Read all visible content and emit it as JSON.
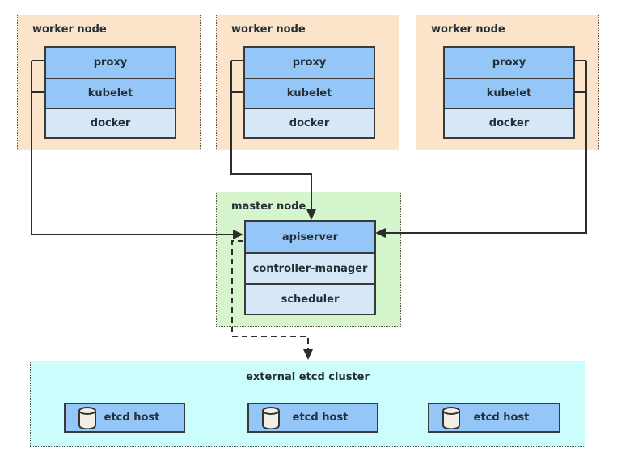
{
  "diagram": {
    "worker_nodes": [
      {
        "title": "worker node",
        "components": [
          "proxy",
          "kubelet",
          "docker"
        ]
      },
      {
        "title": "worker node",
        "components": [
          "proxy",
          "kubelet",
          "docker"
        ]
      },
      {
        "title": "worker node",
        "components": [
          "proxy",
          "kubelet",
          "docker"
        ]
      }
    ],
    "master_node": {
      "title": "master node",
      "components": [
        "apiserver",
        "controller-manager",
        "scheduler"
      ]
    },
    "etcd_cluster": {
      "title": "external etcd cluster",
      "hosts": [
        "etcd host",
        "etcd host",
        "etcd host"
      ],
      "host_icon": "database-cylinder-icon"
    },
    "connections": [
      "worker-node-1 (proxy, kubelet) -> apiserver (solid arrow, left)",
      "worker-node-2 (proxy, kubelet) -> apiserver (solid arrow, top)",
      "worker-node-3 (proxy, kubelet) -> apiserver (solid arrow, right)",
      "apiserver -> external etcd cluster (dashed arrow)"
    ]
  },
  "colors": {
    "canvas_bg": "#ffffff",
    "worker_bg": "#fce4cb",
    "master_bg": "#d5f6cd",
    "etcd_bg": "#ccfdfd",
    "component_blue": "#94c6f8",
    "component_light_blue": "#d6e7f8",
    "box_border": "#3a3a3a",
    "node_border": "#55504a",
    "line_color": "#2d2d2d",
    "text_color": "#252f38"
  }
}
